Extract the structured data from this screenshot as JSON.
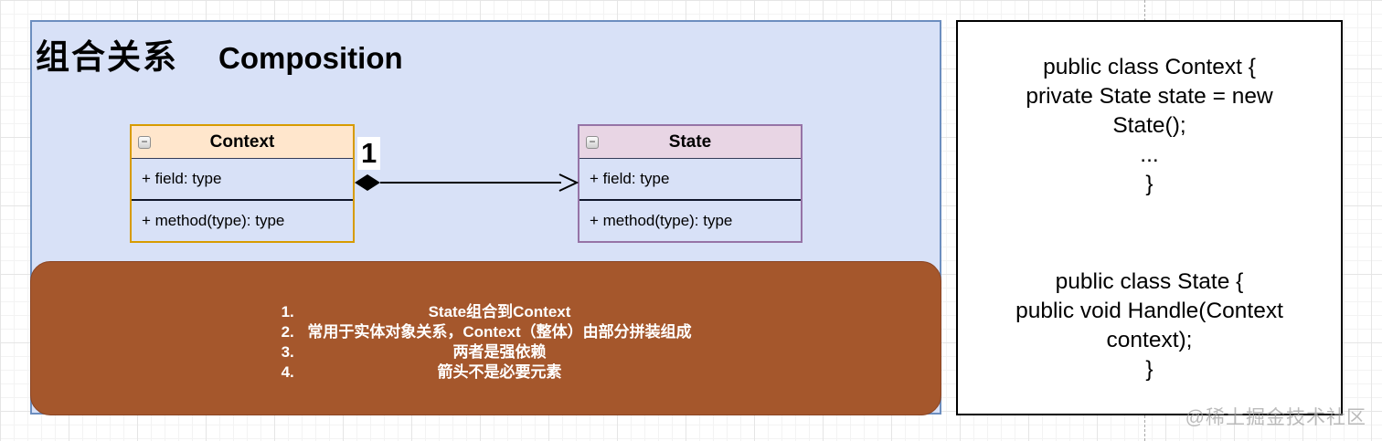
{
  "panel": {
    "title_zh": "组合关系",
    "title_en": "Composition",
    "fill_color": "#d8e1f7",
    "border_color": "#6c8ebf"
  },
  "ui": {
    "collapse_glyph": "−"
  },
  "classes": [
    {
      "name": "Context",
      "field": "+ field: type",
      "method": "+ method(type): type",
      "header_color": "#ffe6cc",
      "border_color": "#d79b00"
    },
    {
      "name": "State",
      "field": "+ field: type",
      "method": "+ method(type): type",
      "header_color": "#e8d5e4",
      "border_color": "#9673a6"
    }
  ],
  "edge": {
    "type": "composition",
    "from": "Context",
    "to": "State",
    "multiplicity": "1",
    "diamond": "filled-black",
    "arrowhead": "open"
  },
  "notes": {
    "fill_color": "#a5572c",
    "text_color": "#ffffff",
    "items": [
      "State组合到Context",
      "常用于实体对象关系，Context（整体）由部分拼装组成",
      "两者是强依赖",
      "箭头不是必要元素"
    ]
  },
  "code_panel": {
    "context_block": "public class Context {\nprivate State state = new\nState();\n...\n}",
    "state_block": "public class State {\npublic void Handle(Context\ncontext);\n}"
  },
  "watermark": "@稀土掘金技术社区"
}
